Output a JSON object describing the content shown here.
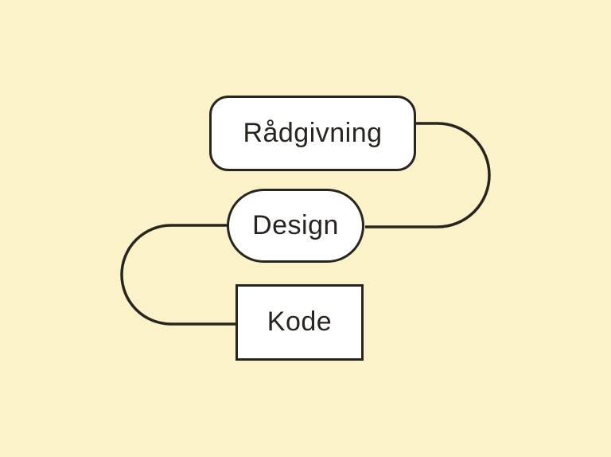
{
  "canvas": {
    "background_color": "#FBF2CA",
    "stroke_color": "#26251E",
    "node_fill_color": "#FFFFFF"
  },
  "diagram": {
    "nodes": [
      {
        "id": "radgivning",
        "label": "Rådgivning",
        "shape": "rounded-rectangle",
        "order": 1
      },
      {
        "id": "design",
        "label": "Design",
        "shape": "pill",
        "order": 2
      },
      {
        "id": "kode",
        "label": "Kode",
        "shape": "rectangle",
        "order": 3
      }
    ],
    "connectors": [
      {
        "from": "radgivning",
        "to": "design",
        "side": "right",
        "style": "semicircular-loop"
      },
      {
        "from": "design",
        "to": "kode",
        "side": "left",
        "style": "semicircular-loop"
      }
    ]
  }
}
